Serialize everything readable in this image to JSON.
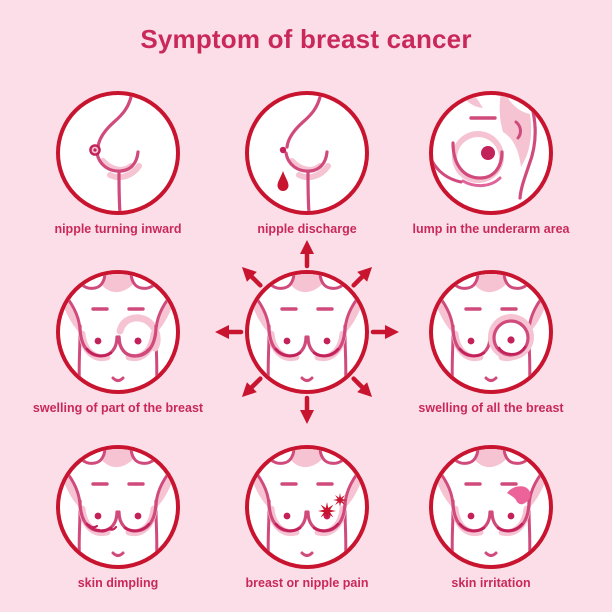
{
  "page": {
    "title": "Symptom of breast cancer"
  },
  "colors": {
    "background": "#fbdee8",
    "circle_border_red": "#c8142f",
    "arrow_red": "#c8142f",
    "label_text_pink": "#c9295a",
    "figure_outline_pink": "#d04a7c",
    "figure_accent_dark_pink": "#c2215a",
    "figure_shading_light_pink": "#f6c3d3",
    "irritation_patch_pink": "#ec6399"
  },
  "cells": [
    {
      "id": "nipple-turning-inward",
      "label": "nipple turning inward"
    },
    {
      "id": "nipple-discharge",
      "label": "nipple discharge"
    },
    {
      "id": "lump-in-the-underarm-area",
      "label": "lump in the underarm area"
    },
    {
      "id": "swelling-of-part-of-the-breast",
      "label": "swelling of part of the breast"
    },
    {
      "id": "center-overview",
      "label": ""
    },
    {
      "id": "swelling-of-all-the-breast",
      "label": "swelling of all the breast"
    },
    {
      "id": "skin-dimpling",
      "label": "skin dimpling"
    },
    {
      "id": "breast-or-nipple-pain",
      "label": "breast or nipple pain"
    },
    {
      "id": "skin-irritation",
      "label": "skin irritation"
    }
  ]
}
